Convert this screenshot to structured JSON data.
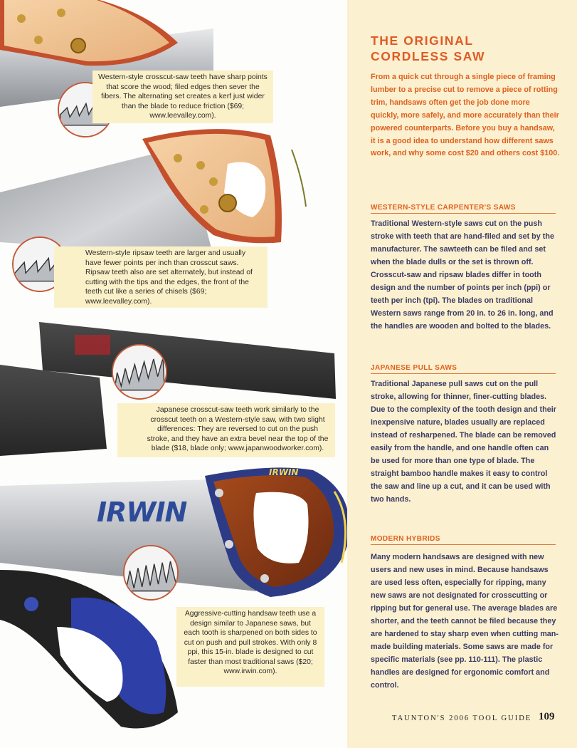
{
  "heading": {
    "line1": "THE ORIGINAL",
    "line2": "CORDLESS SAW"
  },
  "intro": "From a quick cut through a single piece of framing lumber to a precise cut to remove a piece of rotting trim, handsaws often get the job done more quickly, more safely, and more accurately than their powered counterparts. Before you buy a handsaw, it is a good idea to understand how different saws work, and why some cost $20 and others cost $100.",
  "sections": [
    {
      "title": "WESTERN-STYLE CARPENTER'S SAWS",
      "body": "Traditional Western-style saws cut on the push stroke with teeth that are hand-filed and set by the manufacturer. The sawteeth can be filed and set when the blade dulls or the set is thrown off. Crosscut-saw and ripsaw blades differ in tooth design and the number of points per inch (ppi) or teeth per inch (tpi). The blades on traditional Western saws range from 20 in. to 26 in. long, and the handles are wooden and bolted to the blades."
    },
    {
      "title": "JAPANESE PULL SAWS",
      "body": "Traditional Japanese pull saws cut on the pull stroke, allowing for thinner, finer-cutting blades. Due to the complexity of the tooth design and their inexpensive nature, blades usually are replaced instead of resharpened. The blade can be removed easily from the handle, and one handle often can be used for more than one type of blade. The straight bamboo handle makes it easy to control the saw and line up a cut, and it can be used with two hands."
    },
    {
      "title": "MODERN HYBRIDS",
      "body": "Many modern handsaws are designed with new users and new uses in mind. Because handsaws are used less often, especially for ripping, many new saws are not designated for crosscutting or ripping but for general use. The average blades are shorter, and the teeth cannot be filed because they are hardened to stay sharp even when cutting man-made building materials. Some saws are made for specific materials (see pp. 110-111). The plastic handles are designed for ergonomic comfort and control."
    }
  ],
  "captions": {
    "crosscut": "Western-style crosscut-saw teeth have sharp points that score the wood; filed edges then sever the fibers. The alternating set creates a kerf just wider than the blade to reduce friction ($69; www.leevalley.com).",
    "ripsaw": "Western-style ripsaw teeth are larger and usually have fewer points per inch than crosscut saws. Ripsaw teeth also are set alternately, but instead of cutting with the tips and the edges, the front of the teeth cut like a series of chisels ($69; www.leevalley.com).",
    "japanese": "Japanese crosscut-saw teeth work similarly to the crosscut teeth on a Western-style saw, with two slight differences: They are reversed to cut on the push stroke, and they have an extra bevel near the top of the blade ($18, blade only; www.japanwoodworker.com).",
    "hybrid": "Aggressive-cutting handsaw teeth use a design similar to Japanese saws, but each tooth is sharpened on both sides to cut on push and pull strokes. With only 8 ppi, this 15-in. blade is designed to cut faster than most traditional saws ($20; www.irwin.com)."
  },
  "photo_labels": {
    "irwin_blade": "IRWIN",
    "irwin_handle": "IRWIN"
  },
  "footer": {
    "text": "TAUNTON'S 2006 TOOL GUIDE",
    "page": "109"
  },
  "colors": {
    "accent": "#e0601f",
    "body_text": "#3b3b66",
    "sidebar_bg": "#fbf0cf",
    "caption_bg": "#fbf1c9"
  }
}
